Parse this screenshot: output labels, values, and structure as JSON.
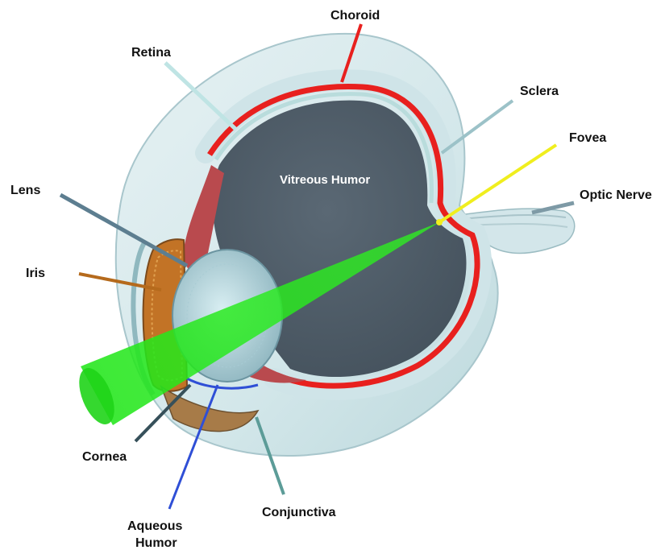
{
  "labels": {
    "choroid": "Choroid",
    "retina": "Retina",
    "sclera": "Sclera",
    "fovea": "Fovea",
    "optic_nerve": "Optic Nerve",
    "lens": "Lens",
    "iris": "Iris",
    "cornea": "Cornea",
    "aqueous_humor_line1": "Aqueous",
    "aqueous_humor_line2": "Humor",
    "conjunctiva": "Conjunctiva",
    "vitreous_humor": "Vitreous Humor"
  },
  "colors": {
    "choroid_line": "#e8201e",
    "retina_line": "#bfe4e4",
    "sclera_line": "#9cc2c8",
    "fovea_line": "#f0ee1e",
    "optic_nerve_line": "#7e9aa6",
    "lens_line": "#5d7e90",
    "iris_line": "#b56a1c",
    "cornea_line": "#36505a",
    "aqueous_humor_line": "#2f4fd6",
    "conjunctiva_line": "#5c9c98",
    "light_beam": "#22e61a",
    "sclera_fill": "#d6e9ec",
    "vitreous_fill": "#4d5b67",
    "iris_fill": "#c27326"
  }
}
